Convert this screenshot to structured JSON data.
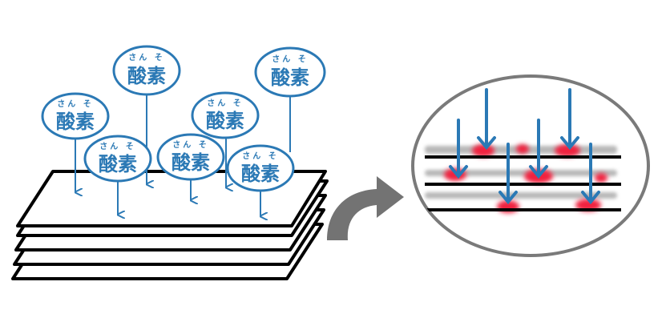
{
  "oxygen": {
    "kanji": "酸素",
    "ruby": "さん そ"
  },
  "colors": {
    "bubble_outline": "#2b79b5",
    "text": "#2b79b5",
    "arrow_line": "#2b79b5",
    "sheet_outline": "#000000",
    "big_arrow": "#737373",
    "circle_outline": "#7a7a7a",
    "red_spot": "#f0243f"
  },
  "bubbles": [
    {
      "id": "bubble-1"
    },
    {
      "id": "bubble-2"
    },
    {
      "id": "bubble-3"
    },
    {
      "id": "bubble-4"
    },
    {
      "id": "bubble-5"
    },
    {
      "id": "bubble-6"
    },
    {
      "id": "bubble-7"
    },
    {
      "id": "bubble-8"
    }
  ]
}
